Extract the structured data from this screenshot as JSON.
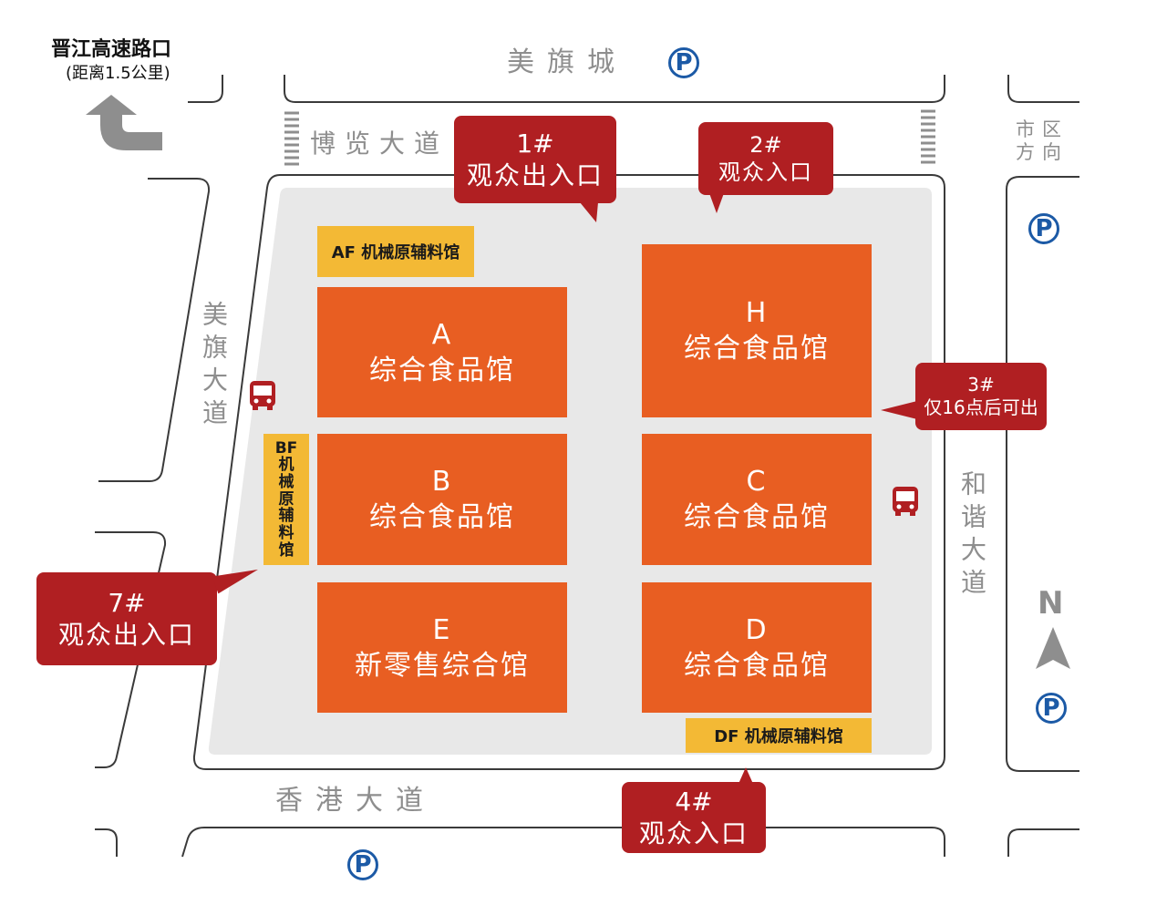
{
  "exit_sign": {
    "title": "晋江高速路口",
    "subtitle": "(距离1.5公里)",
    "icon": "turn-arrow-icon"
  },
  "roads": {
    "north_top": "美旗城",
    "north": "博览大道",
    "west": "美旗大道",
    "east": "和谐大道",
    "south": "香港大道",
    "city_direction": "市区方向"
  },
  "halls": {
    "A": {
      "code": "A",
      "name": "综合食品馆"
    },
    "B": {
      "code": "B",
      "name": "综合食品馆"
    },
    "E": {
      "code": "E",
      "name": "新零售综合馆"
    },
    "H": {
      "code": "H",
      "name": "综合食品馆"
    },
    "C": {
      "code": "C",
      "name": "综合食品馆"
    },
    "D": {
      "code": "D",
      "name": "综合食品馆"
    }
  },
  "sub_halls": {
    "AF": "AF 机械原辅料馆",
    "BF_code": "BF",
    "BF_name": [
      "机",
      "械",
      "原",
      "辅",
      "料",
      "馆"
    ],
    "DF": "DF 机械原辅料馆"
  },
  "entrances": {
    "e1": {
      "num": "1#",
      "label": "观众出入口"
    },
    "e2": {
      "num": "2#",
      "label": "观众入口"
    },
    "e3": {
      "num": "3#",
      "label": "仅16点后可出"
    },
    "e4": {
      "num": "4#",
      "label": "观众入口"
    },
    "e7": {
      "num": "7#",
      "label": "观众出入口"
    }
  },
  "parking_symbol": "P",
  "compass": {
    "label": "N"
  },
  "colors": {
    "hall": "#e85e22",
    "sub_hall": "#f3b935",
    "callout": "#b01f22",
    "parking": "#1c5aa6",
    "venue": "#e8e8e8",
    "road_label": "#8e8e8e"
  }
}
